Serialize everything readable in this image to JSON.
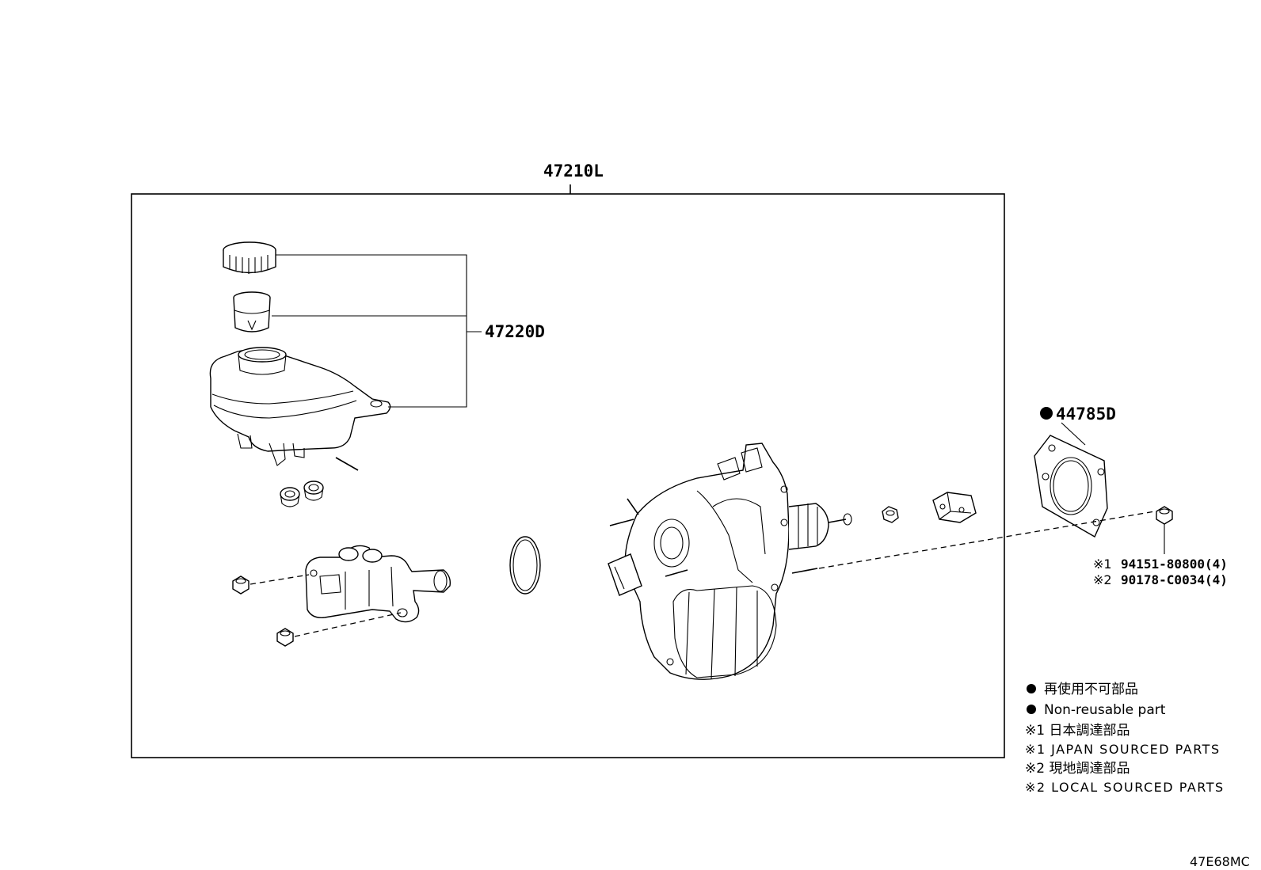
{
  "callouts": {
    "assembly": "47210L",
    "reservoir": "47220D",
    "gasket": "44785D",
    "nut_japan": "94151-80800(4)",
    "nut_local": "90178-C0034(4)"
  },
  "notes": {
    "japan_mark": "※1",
    "local_mark": "※2"
  },
  "legend": {
    "nonreusable_jp": "再使用不可部品",
    "nonreusable_en": "Non-reusable part",
    "japan_jp": "※1 日本調達部品",
    "japan_en": "※1 JAPAN SOURCED PARTS",
    "local_jp": "※2 現地調達部品",
    "local_en": "※2 LOCAL SOURCED PARTS"
  },
  "figure_code": "47E68MC"
}
